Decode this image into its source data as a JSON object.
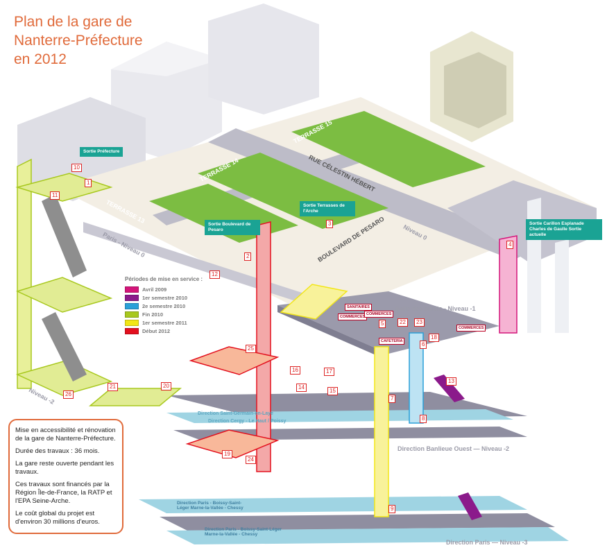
{
  "title_lines": [
    "Plan de la gare de",
    "Nanterre-Préfecture",
    "en 2012"
  ],
  "legend": {
    "title": "Périodes de mise en service :",
    "items": [
      {
        "label": "Avril 2009",
        "color": "#d4157a"
      },
      {
        "label": "1er semestre 2010",
        "color": "#8b1a8b"
      },
      {
        "label": "2e semestre 2010",
        "color": "#2aa0d8"
      },
      {
        "label": "Fin 2010",
        "color": "#a8c81e"
      },
      {
        "label": "1er semestre 2011",
        "color": "#f2e616"
      },
      {
        "label": "Début 2012",
        "color": "#e3101e"
      }
    ]
  },
  "info": {
    "p1": "Mise en accessibilité et rénovation de la gare de Nanterre-Préfecture.",
    "p2": "Durée des travaux : 36 mois.",
    "p3": "La gare reste ouverte pendant les travaux.",
    "p4": "Ces travaux sont financés par la Région Île-de-France, la RATP et l'EPA Seine-Arche.",
    "p5": "Le coût global du projet est d'environ 30 millions d'euros."
  },
  "exits": {
    "prefecture": "Sortie Préfecture",
    "pesaro": "Sortie Boulevard de Pesaro",
    "terrasses": "Sortie Terrasses de l'Arche",
    "carillon": "Sortie Carillon Esplanade Charles de Gaulle Sortie actuelle"
  },
  "streets": {
    "terrasse13": "TERRASSE 13",
    "terrasse14": "TERRASSE 14",
    "terrasse15": "TERRASSE 15",
    "hebert": "RUE CÉLESTIN HÉBERT",
    "pesaro": "BOULEVARD DE PESARO"
  },
  "levels": {
    "paris0": "Paris - Niveau 0",
    "niveau0": "Niveau 0",
    "billets": "Salle des billets - Niveau -1",
    "niveau2": "Niveau -2",
    "banlieue": "Direction Banlieue Ouest — Niveau -2",
    "paris3": "Direction Paris — Niveau -3"
  },
  "platforms": {
    "saint_germain": "Direction Saint-Germain-en-Laye",
    "cergy": "Direction Cergy - Le Haut / Poissy",
    "paris_a": "Direction Paris - Boissy-Saint-Léger Marne-la-Vallée - Chessy",
    "paris_b": "Direction Paris - Boissy-Saint-Léger Marne-la-Vallée - Chessy"
  },
  "shops": {
    "sanitaires": "SANITAIRES",
    "commerces_a": "COMMERCES",
    "commerces_b": "COMMERCES",
    "commerces_c": "COMMERCES",
    "cafeteria": "CAFETERIA"
  },
  "numbers": [
    "1",
    "2",
    "3",
    "4",
    "5",
    "6",
    "7",
    "8",
    "9",
    "10",
    "11",
    "12",
    "13",
    "14",
    "15",
    "16",
    "17",
    "18",
    "19",
    "20",
    "21",
    "22",
    "23",
    "24",
    "25",
    "26"
  ]
}
